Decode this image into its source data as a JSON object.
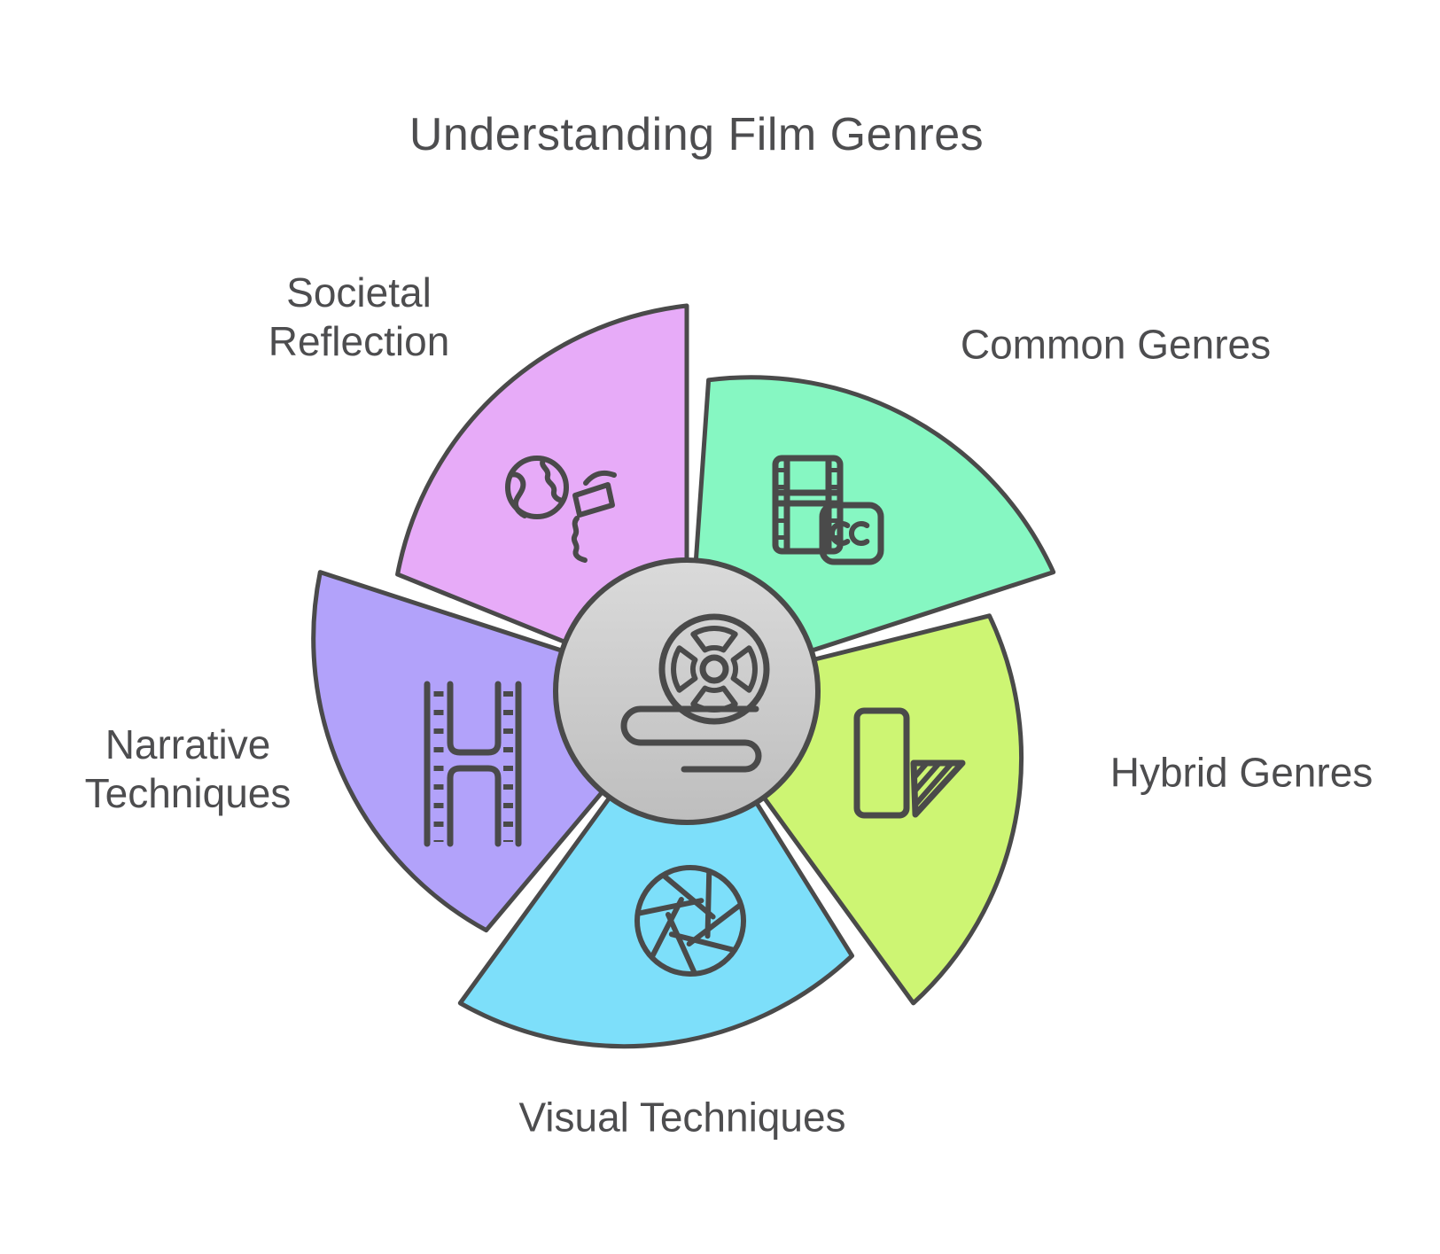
{
  "title": "Understanding Film Genres",
  "colors": {
    "background": "#FFFFFF",
    "outline": "#4A4A4A",
    "text": "#4D4D4F",
    "center_top": "#DADADA",
    "center_bottom": "#BEBEBE"
  },
  "center": {
    "icon": "film-reel-icon"
  },
  "segments": [
    {
      "label": "Societal Reflection",
      "color": "#E7ABF8",
      "icon": "globe-announcement-icon",
      "position": "top-left"
    },
    {
      "label": "Common Genres",
      "color": "#86F7C2",
      "icon": "film-captions-icon",
      "position": "top-right"
    },
    {
      "label": "Hybrid Genres",
      "color": "#CDF573",
      "icon": "ribbon-fold-icon",
      "position": "right"
    },
    {
      "label": "Visual Techniques",
      "color": "#7DDFFA",
      "icon": "aperture-icon",
      "position": "bottom"
    },
    {
      "label": "Narrative Techniques",
      "color": "#B2A2FA",
      "icon": "filmstrip-icon",
      "position": "left"
    }
  ]
}
